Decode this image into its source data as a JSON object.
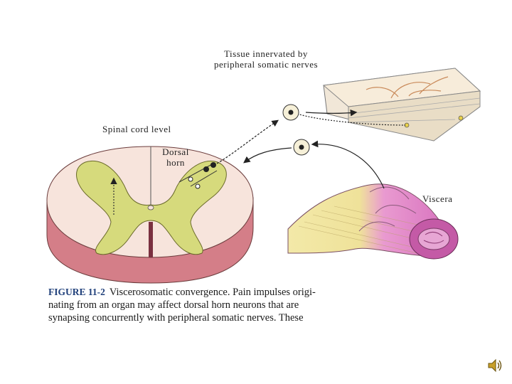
{
  "labels": {
    "tissue": [
      "Tissue innervated by",
      "peripheral somatic nerves"
    ],
    "spinal_cord_level": "Spinal cord level",
    "dorsal_horn": [
      "Dorsal",
      "horn"
    ],
    "viscera": "Viscera"
  },
  "caption": {
    "figure_label": "FIGURE 11-2",
    "lines": [
      "Viscerosomatic convergence. Pain impulses origi-",
      "nating from an organ may affect dorsal horn neurons that are",
      "synapsing concurrently with peripheral somatic nerves. These"
    ]
  },
  "colors": {
    "cord_face": "#f7e4dc",
    "cord_side": "#d47e88",
    "gray_matter": "#d6da7c",
    "viscera_pink": "#e484c8",
    "tissue_top": "#f7e9d4",
    "audio_icon": "#c9a02a"
  },
  "icons": {
    "speaker": "speaker-icon"
  }
}
